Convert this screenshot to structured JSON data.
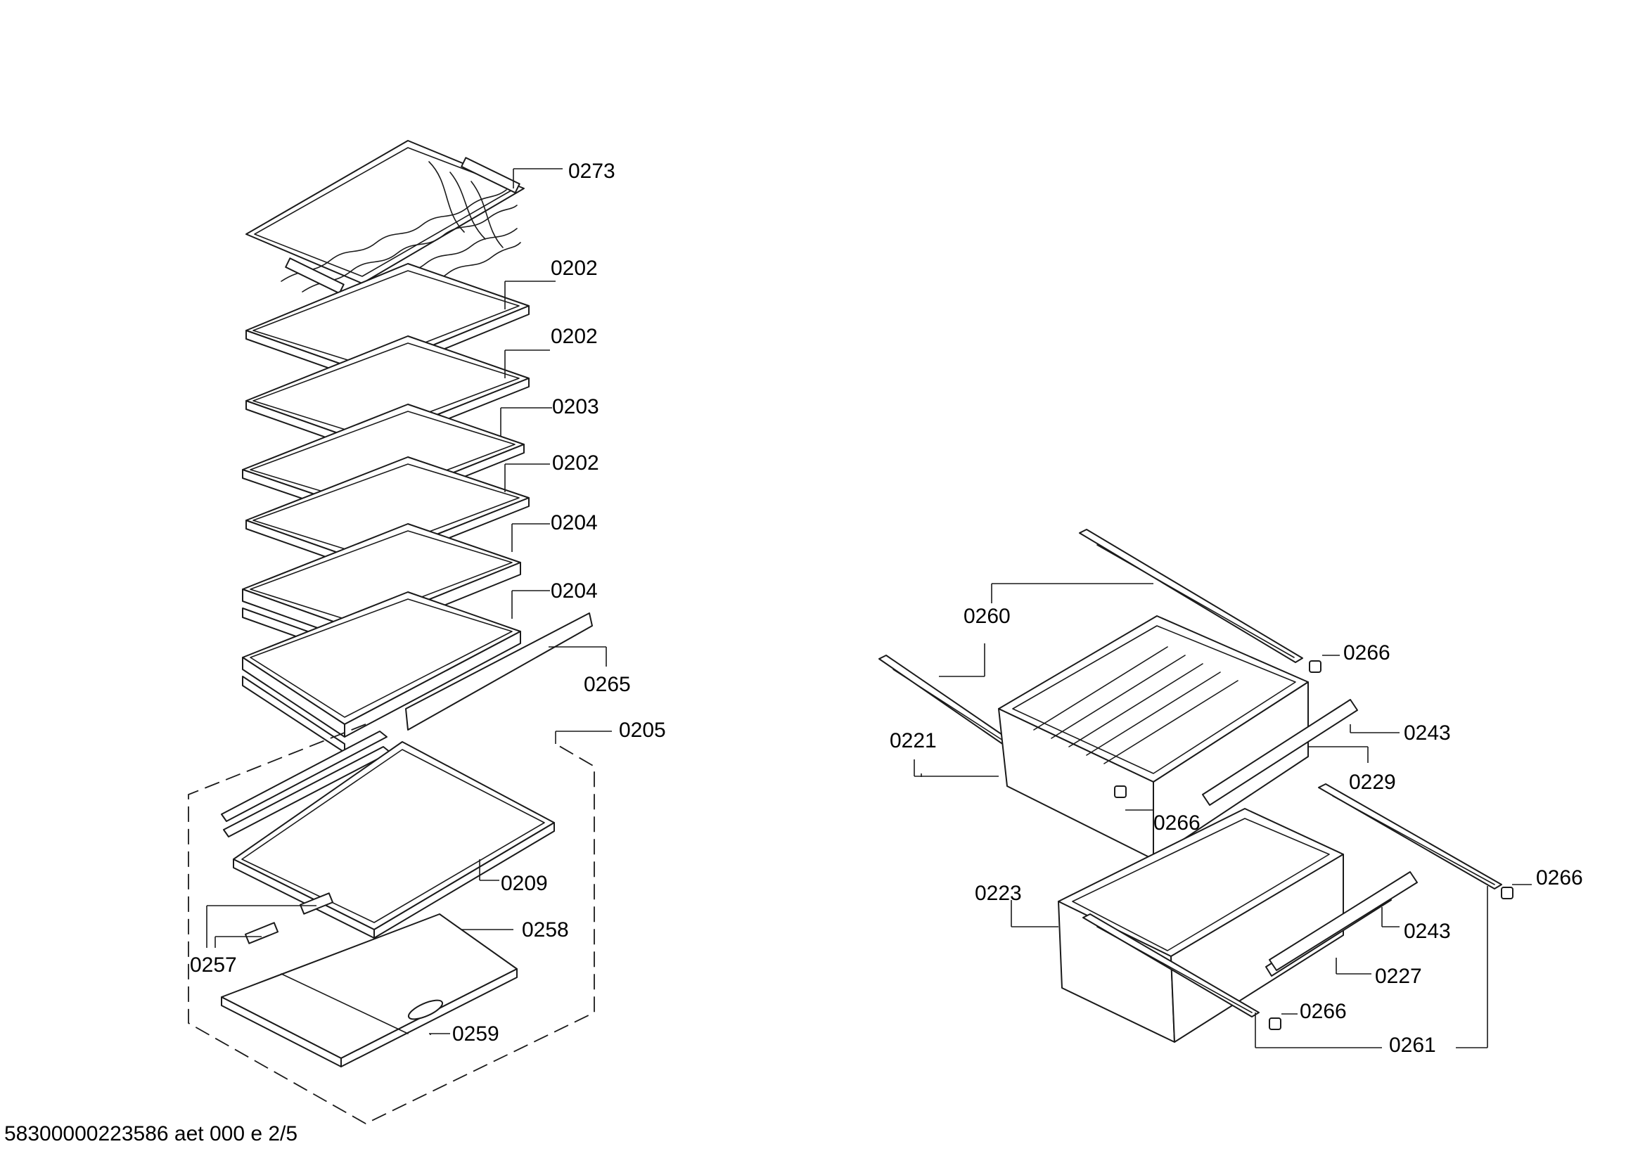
{
  "callouts": {
    "c0273": "0273",
    "c0202a": "0202",
    "c0202b": "0202",
    "c0203": "0203",
    "c0202c": "0202",
    "c0204a": "0204",
    "c0204b": "0204",
    "c0265": "0265",
    "c0205": "0205",
    "c0209": "0209",
    "c0258": "0258",
    "c0257": "0257",
    "c0259": "0259",
    "c0260": "0260",
    "c0266a": "0266",
    "c0243a": "0243",
    "c0221": "0221",
    "c0229": "0229",
    "c0266b": "0266",
    "c0266c": "0266",
    "c0223": "0223",
    "c0243b": "0243",
    "c0227": "0227",
    "c0266d": "0266",
    "c0261": "0261"
  },
  "footer": {
    "code": "58300000223586 aet 000 e 2/5"
  },
  "colors": {
    "line": "#1a1a1a",
    "background": "#ffffff",
    "text": "#000000"
  }
}
